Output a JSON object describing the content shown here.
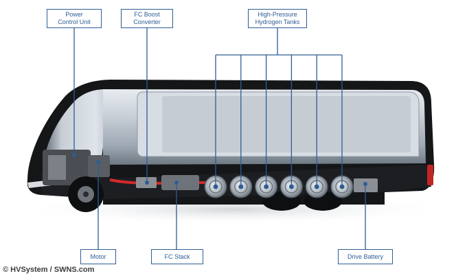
{
  "labels": {
    "power_control_unit": "Power\nControl Unit",
    "fc_boost_converter": "FC Boost\nConverter",
    "hydrogen_tanks": "High-Pressure\nHydrogen Tanks",
    "motor": "Motor",
    "fc_stack": "FC Stack",
    "drive_battery": "Drive Battery"
  },
  "credit": "© HVSystem / SWNS.com",
  "colors": {
    "label_border": "#2e5d93",
    "leader_line": "#2e5d93",
    "bus_body": "#b9c2cc",
    "bus_dark": "#141416",
    "tank": "#9aa3ad",
    "accent_red": "#d42a2a"
  },
  "tank_count": 6
}
